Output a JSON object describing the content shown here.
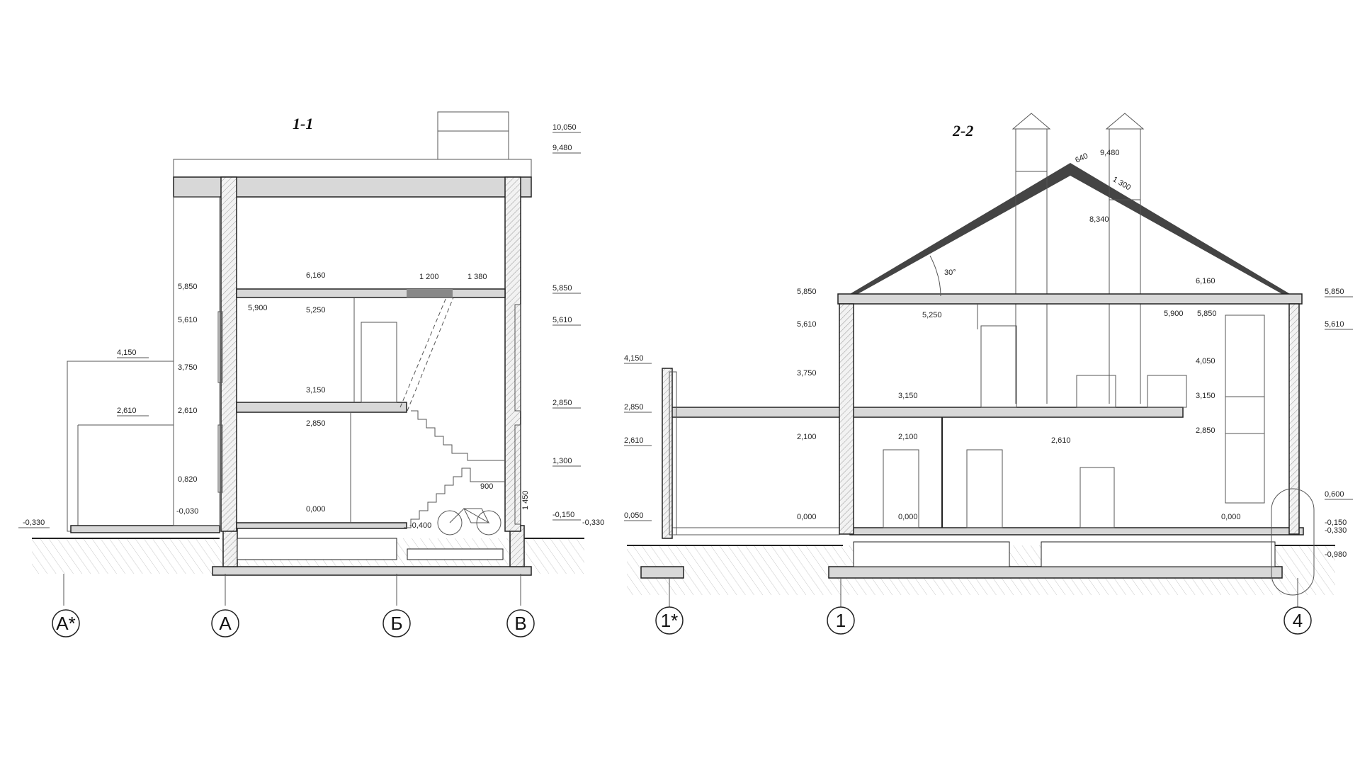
{
  "section_1": {
    "title": "1-1",
    "levels_left": [
      "4,150",
      "2,610",
      "-0,330"
    ],
    "levels_col": [
      "5,850",
      "5,610",
      "3,750",
      "2,610",
      "0,820",
      "-0,030"
    ],
    "levels_inner": [
      "6,160",
      "5,900",
      "5,250",
      "3,150",
      "2,850",
      "0,000",
      "-0,400"
    ],
    "levels_right": [
      "10,050",
      "9,480",
      "5,850",
      "5,610",
      "2,850",
      "1,300",
      "-0,150",
      "-0,330"
    ],
    "dims": [
      "1 200",
      "1 380",
      "900",
      "1 450"
    ],
    "axes": [
      "A*",
      "A",
      "Б",
      "B"
    ]
  },
  "section_2": {
    "title": "2-2",
    "levels_left": [
      "4,150",
      "2,850",
      "2,610",
      "0,050"
    ],
    "levels_col": [
      "5,850",
      "5,610",
      "3,750",
      "2,100",
      "0,000"
    ],
    "levels_inner": [
      "5,250",
      "3,150",
      "2,100",
      "0,000",
      "2,610",
      "6,160",
      "5,900",
      "5,850",
      "4,050",
      "3,150",
      "2,850",
      "0,000"
    ],
    "levels_roof": [
      "9,480",
      "8,340",
      "640",
      "1 300",
      "30°"
    ],
    "levels_right": [
      "5,850",
      "5,610",
      "0,600",
      "-0,150",
      "-0,330",
      "-0,980"
    ],
    "axes": [
      "1*",
      "1",
      "4"
    ]
  }
}
